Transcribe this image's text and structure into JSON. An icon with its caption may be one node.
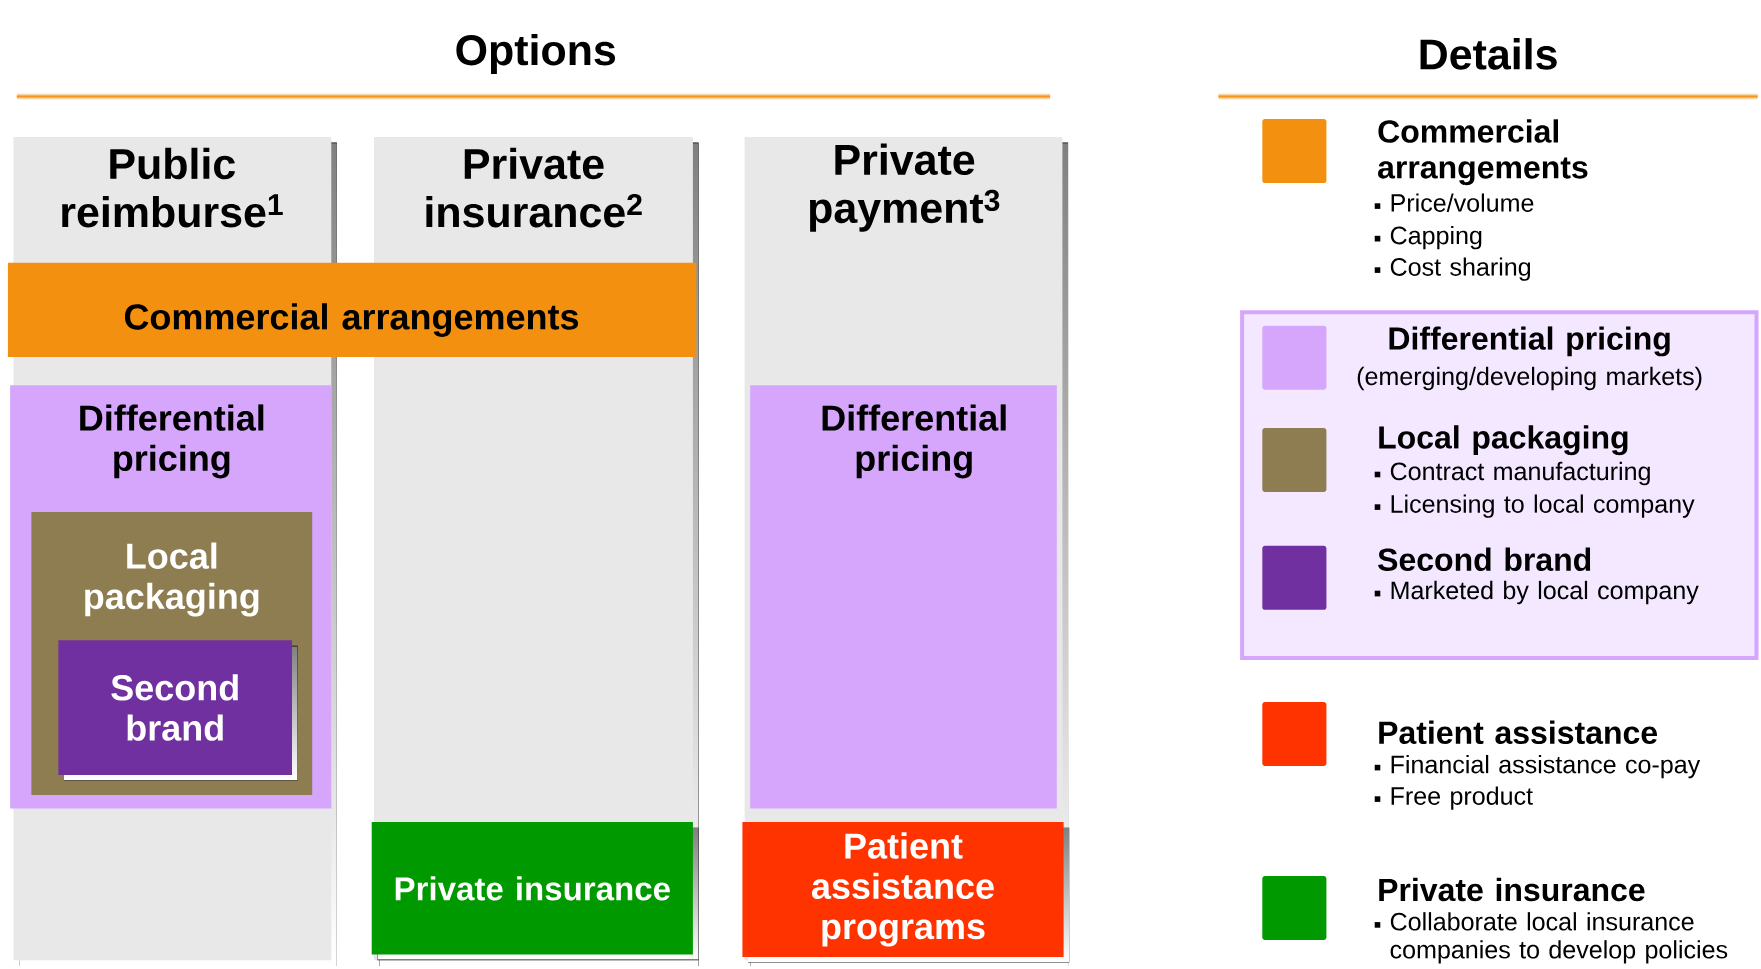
{
  "diagram": {
    "nodes": [
      {
        "text": [
          "Options"
        ]
      },
      {
        "text": [
          "Details"
        ]
      },
      {
        "text": [
          "Public reimburse$^{1}$"
        ]
      },
      {
        "text": [
          "Private insurance$^{2}$"
        ]
      },
      {
        "text": [
          "Private payment$^{3}$"
        ]
      },
      {
        "text": [
          "Commercial arrangements"
        ]
      },
      {
        "text": [
          "Differential pricing"
        ],
        "in": 2
      },
      {
        "text": [
          "Local packaging"
        ],
        "in": 6
      },
      {
        "text": [
          "Second brand"
        ],
        "in": 7
      },
      {
        "text": [
          "Differential pricing"
        ],
        "in": 4
      },
      {
        "text": [
          "Private insurance"
        ],
        "in": 3
      },
      {
        "text": [
          "Patient assistance programs"
        ],
        "in": 4
      }
    ],
    "labels": [
      "Price/volume",
      "Capping",
      "Cost sharing",
      "(emerging/developing markets)",
      "Contract manufacturing",
      "Licensing to local company",
      "Marketed by local company",
      "Financial assistance co-pay",
      "Free product",
      "Collaborate local insurance companies to develop policies"
    ],
    "legend": [
      {
        "text": "Commercial arrangements",
        "color": "#f39010"
      },
      {
        "text": "Differential pricing",
        "color": "#d5a6fb"
      },
      {
        "text": "Local packaging",
        "color": "#8e7d50"
      },
      {
        "text": "Second brand",
        "color": "#7030a0"
      },
      {
        "text": "Patient assistance",
        "color": "#ff3300"
      },
      {
        "text": "Private insurance",
        "color": "#009900"
      }
    ]
  }
}
